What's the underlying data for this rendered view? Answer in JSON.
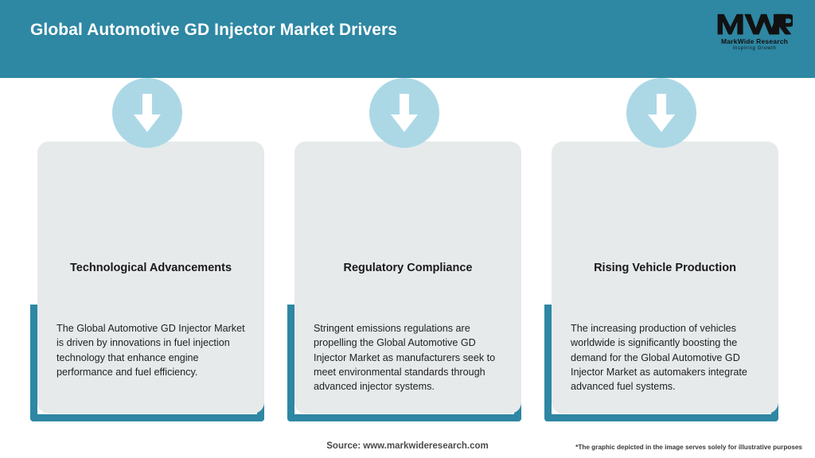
{
  "header": {
    "title": "Global Automotive GD Injector Market Drivers",
    "accent_color": "#2E87A3",
    "logo": {
      "mark": "MWR",
      "name": "MarkWide Research",
      "tagline": "Inspiring Growth"
    }
  },
  "cards": [
    {
      "icon": "down-arrow-icon",
      "title": "Technological Advancements",
      "body": "The Global Automotive GD Injector Market is driven by innovations in fuel injection technology that enhance engine performance and fuel efficiency."
    },
    {
      "icon": "down-arrow-icon",
      "title": "Regulatory Compliance",
      "body": "Stringent emissions regulations are propelling the Global Automotive GD Injector Market as manufacturers seek to meet environmental standards through advanced injector systems."
    },
    {
      "icon": "down-arrow-icon",
      "title": "Rising Vehicle Production",
      "body": "The increasing production of vehicles worldwide is significantly boosting the demand for the Global Automotive GD Injector Market as automakers integrate advanced fuel systems."
    }
  ],
  "footer": {
    "source": "Source: www.markwideresearch.com",
    "disclaimer": "*The graphic depicted in the image serves solely for illustrative purposes"
  },
  "colors": {
    "header_teal": "#2E87A3",
    "card_gray": "#E6EAEB",
    "icon_blue": "#ACD8E6",
    "page_background": "#FFFFFF"
  }
}
